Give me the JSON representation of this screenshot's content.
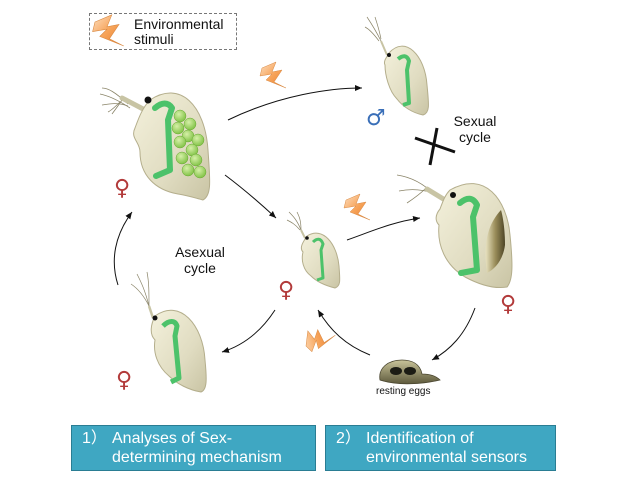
{
  "legend": {
    "icon": "lightning-bolt-icon",
    "text_line1": "Environmental",
    "text_line2": "stimuli"
  },
  "labels": {
    "asexual_line1": "Asexual",
    "asexual_line2": "cycle",
    "sexual_line1": "Sexual",
    "sexual_line2": "cycle",
    "resting_eggs": "resting eggs"
  },
  "symbols": {
    "female": "♀",
    "male": "♂"
  },
  "boxes": [
    {
      "number": "1）",
      "line1": "Analyses of Sex-",
      "line2": "determining mechanism"
    },
    {
      "number": "2）",
      "line1": "Identification of",
      "line2": "environmental sensors"
    }
  ],
  "colors": {
    "box_fill": "#3fa7c2",
    "body": "#e3dfc6",
    "gut": "#4cc26a",
    "egg": "#9bd65a",
    "female": "#b23a3a",
    "male": "#3a6fb8",
    "bolt": "#f39a4a"
  }
}
